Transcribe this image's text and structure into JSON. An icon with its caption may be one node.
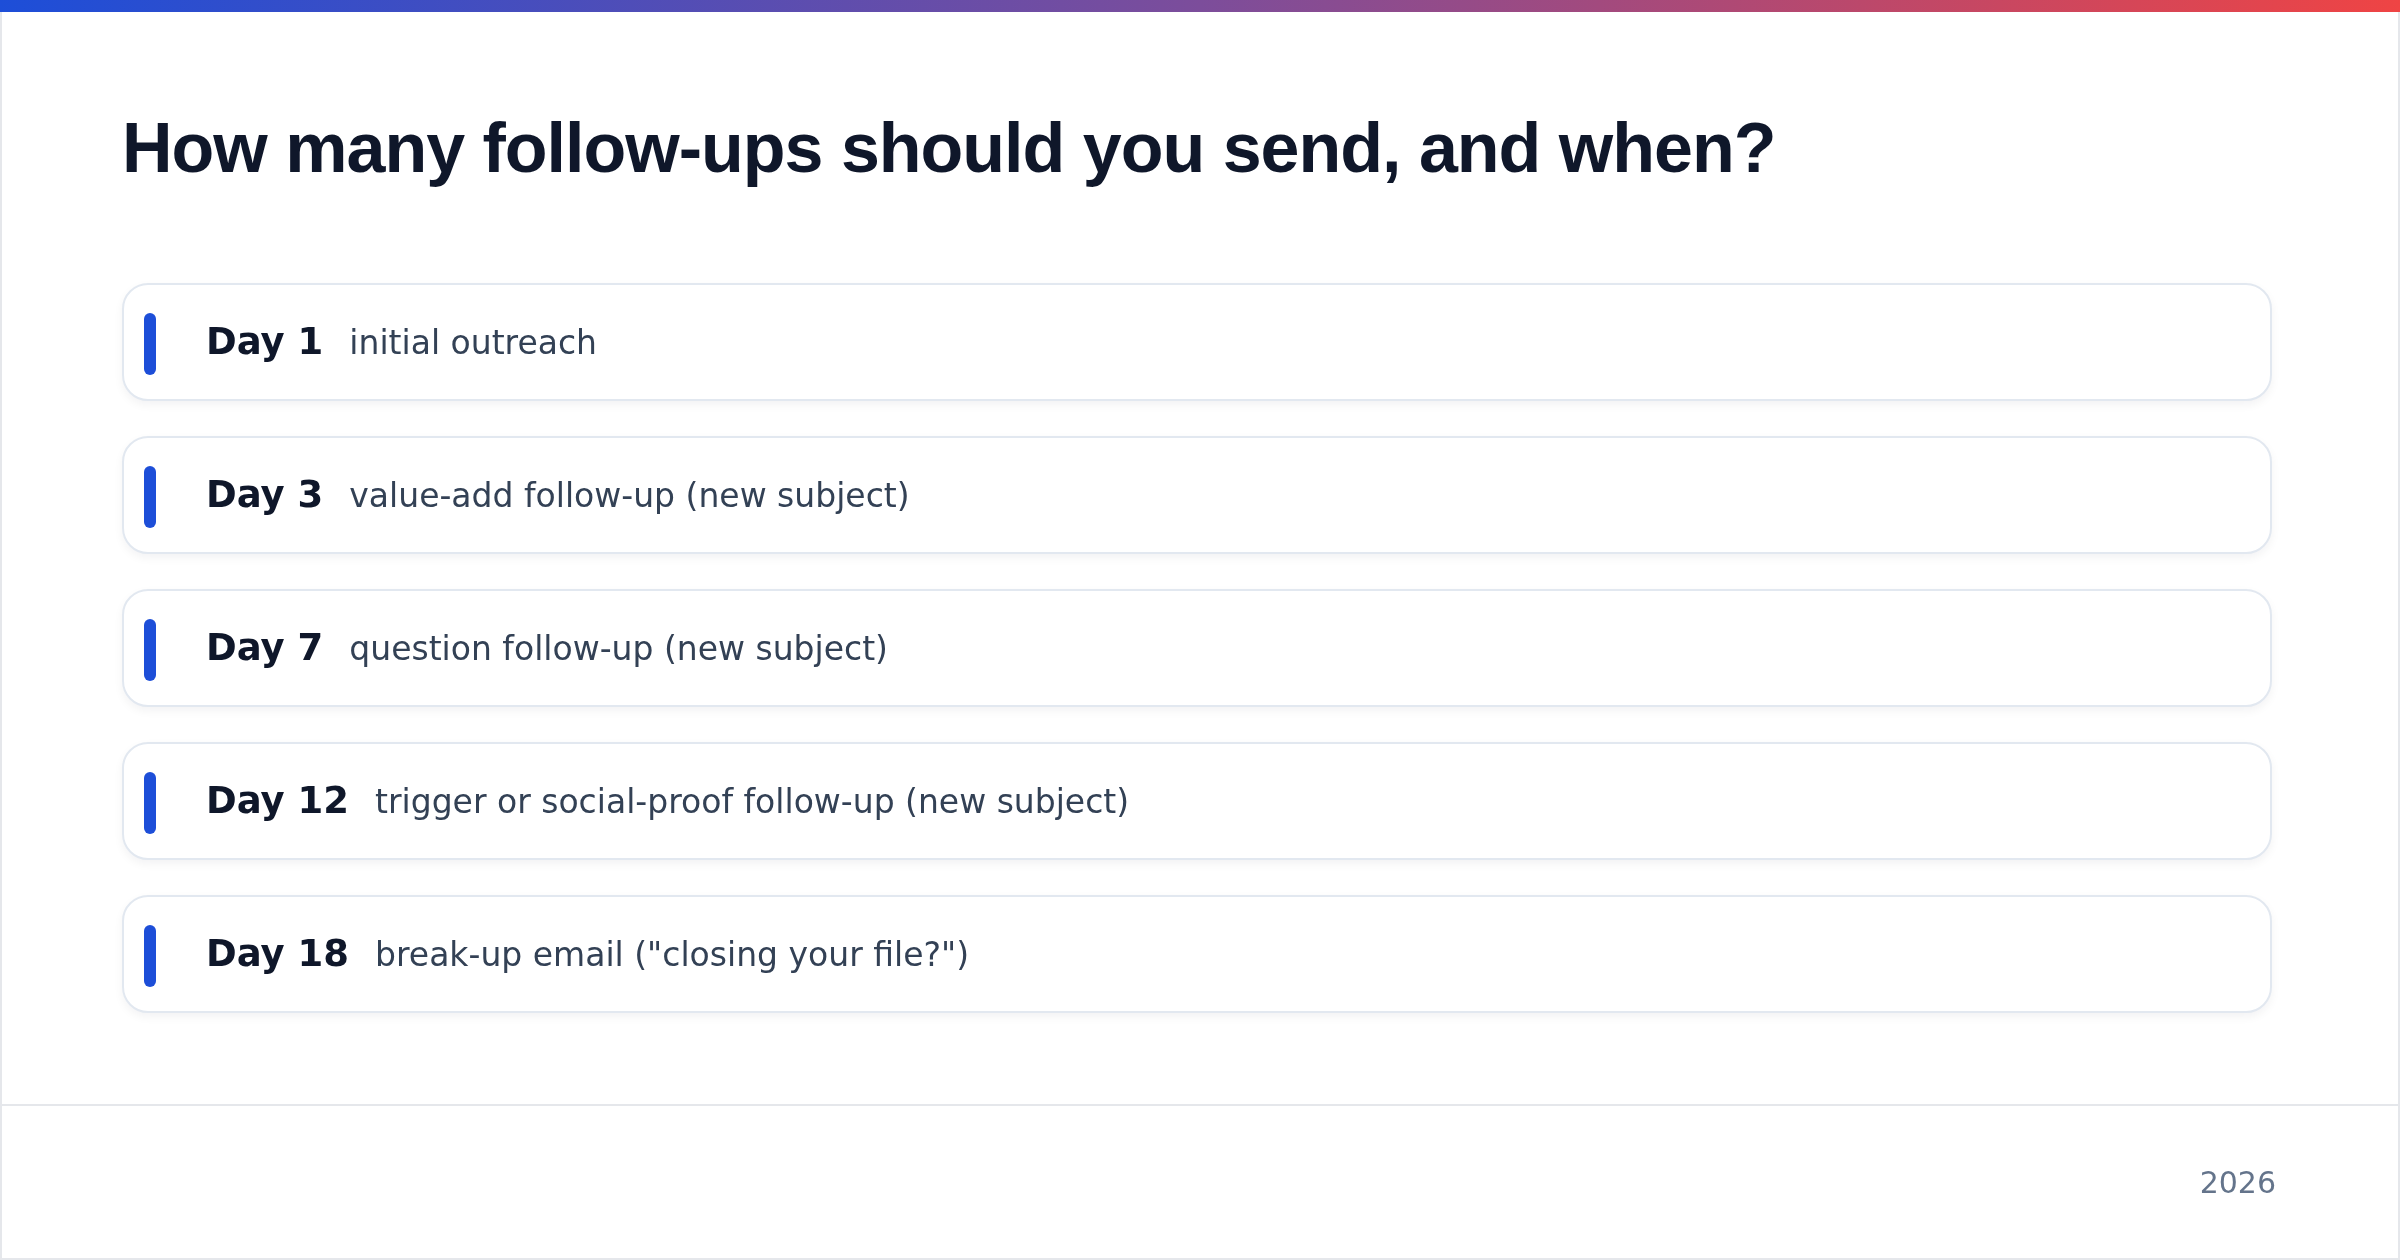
{
  "diagram": {
    "title": "How many follow-ups should you send, and when?",
    "nodes": [
      {
        "text": [
          "Day 1",
          "initial outreach"
        ]
      },
      {
        "text": [
          "Day 3",
          "value-add follow-up (new subject)"
        ]
      },
      {
        "text": [
          "Day 7",
          "question follow-up (new subject)"
        ]
      },
      {
        "text": [
          "Day 12",
          "trigger or social-proof follow-up (new subject)"
        ]
      },
      {
        "text": [
          "Day 18",
          "break-up email (\"closing your file?\")"
        ]
      }
    ],
    "labels": [
      "2026"
    ]
  }
}
